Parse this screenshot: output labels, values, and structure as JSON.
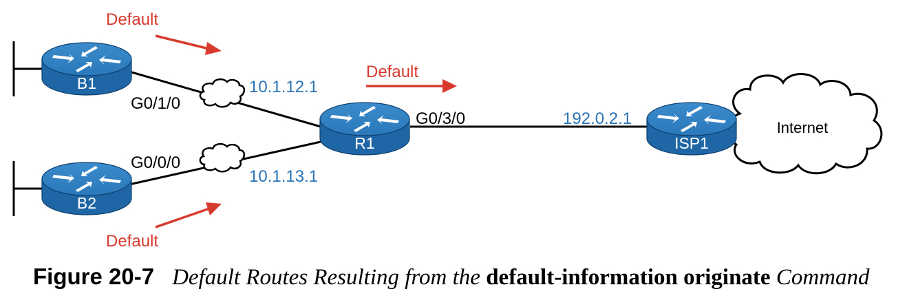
{
  "diagram": {
    "colors": {
      "router": "#2473b5",
      "router_dark": "#1b5c93",
      "ip_text": "#2a74b8",
      "default_arrow": "#d83a2e",
      "line": "#000000"
    },
    "routers": {
      "b1": {
        "label": "B1",
        "icon": "router-icon"
      },
      "b2": {
        "label": "B2",
        "icon": "router-icon"
      },
      "r1": {
        "label": "R1",
        "icon": "router-icon"
      },
      "isp1": {
        "label": "ISP1",
        "icon": "router-icon"
      }
    },
    "interfaces": {
      "b1_link": "G0/1/0",
      "b2_link": "G0/0/0",
      "r1_wan": "G0/3/0"
    },
    "addresses": {
      "b1_link": "10.1.12.1",
      "b2_link": "10.1.13.1",
      "isp_link": "192.0.2.1"
    },
    "default_labels": {
      "b1": "Default",
      "r1": "Default",
      "b2": "Default"
    },
    "internet": {
      "label": "Internet",
      "icon": "cloud-icon"
    }
  },
  "caption": {
    "number": "Figure 20-7",
    "text_1": "Default Routes Resulting from the",
    "command": "default-information originate",
    "text_2": "Command"
  }
}
